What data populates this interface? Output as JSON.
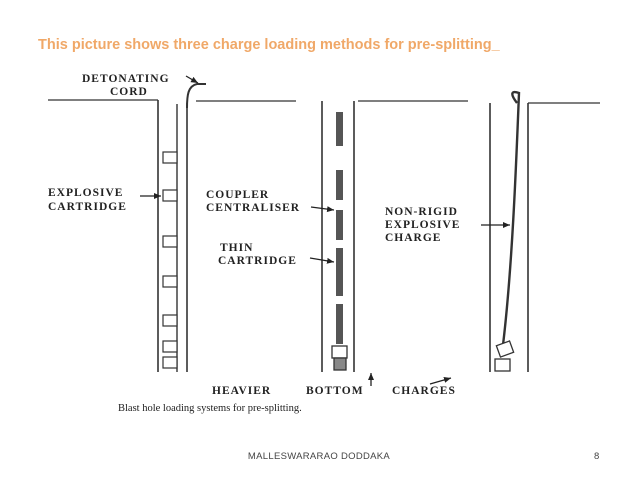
{
  "slide": {
    "title": "This picture shows three charge loading methods for pre-splitting_",
    "footer_author": "MALLESWARARAO DODDAKA",
    "page_number": "8"
  },
  "diagram": {
    "labels": {
      "detonating_1": "DETONATING",
      "detonating_2": "CORD",
      "explosive_1": "EXPLOSIVE",
      "explosive_2": "CARTRIDGE",
      "coupler_1": "COUPLER",
      "coupler_2": "CENTRALISER",
      "thin_1": "THIN",
      "thin_2": "CARTRIDGE",
      "nonrigid_1": "NON-RIGID",
      "nonrigid_2": "EXPLOSIVE",
      "nonrigid_3": "CHARGE",
      "heavier": "HEAVIER",
      "bottom": "BOTTOM",
      "charges": "CHARGES"
    },
    "caption": "Blast hole loading systems for pre-splitting."
  },
  "colors": {
    "title": "#f0a868",
    "ink": "#222222",
    "charge": "#555555"
  }
}
